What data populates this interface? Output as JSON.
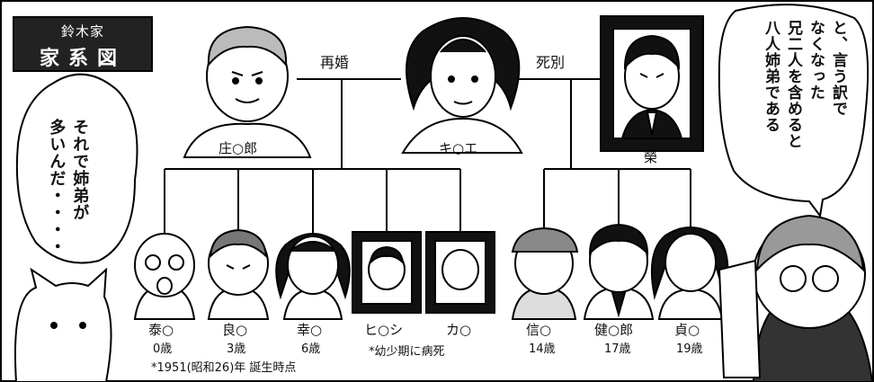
{
  "title": {
    "family": "鈴木家",
    "heading": "家系図"
  },
  "relations": {
    "remarriage": "再婚",
    "bereavement": "死別"
  },
  "parents": {
    "father": "庄○郎",
    "mother": "キ○エ",
    "late_husband": "榮"
  },
  "children": [
    {
      "name": "泰○",
      "age": "0歳"
    },
    {
      "name": "良○",
      "age": "3歳"
    },
    {
      "name": "幸○",
      "age": "6歳"
    },
    {
      "name": "ヒ○シ",
      "age": ""
    },
    {
      "name": "カ○",
      "age": ""
    },
    {
      "name": "信○",
      "age": "14歳"
    },
    {
      "name": "健○郎",
      "age": "17歳"
    },
    {
      "name": "貞○",
      "age": "19歳"
    }
  ],
  "notes": {
    "birth_note": "*1951(昭和26)年 誕生時点",
    "death_note": "*幼少期に病死"
  },
  "speech": {
    "left_bubble": [
      "それで姉弟が",
      "多いんだ・・・・"
    ],
    "right_bubble": [
      "と、言う訳で",
      "なくなった",
      "兄二人を含めると",
      "八人姉弟である"
    ]
  },
  "colors": {
    "ink": "#111111",
    "paper": "#ffffff",
    "title_bg": "#222222"
  }
}
